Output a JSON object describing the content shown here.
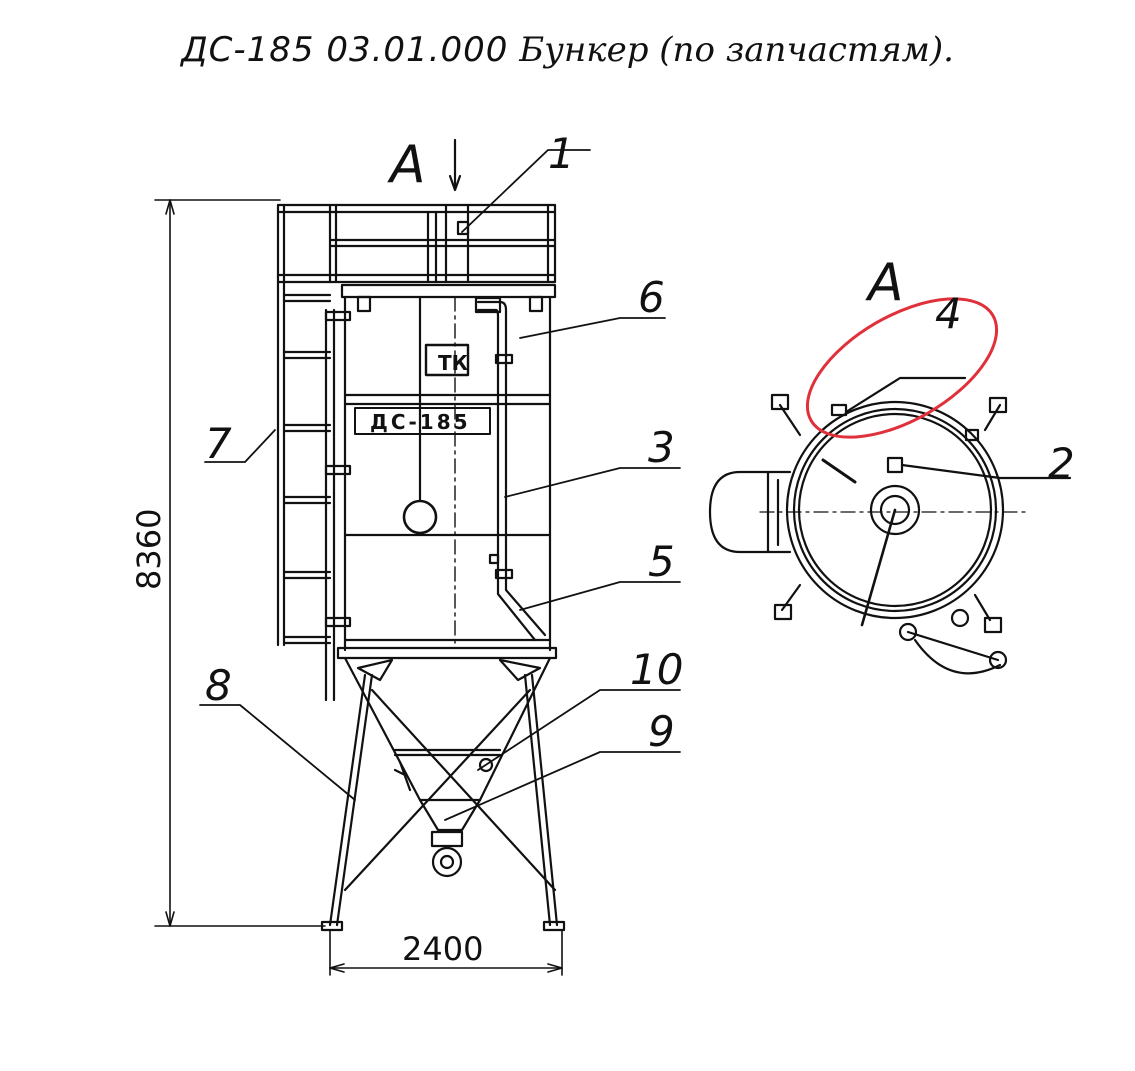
{
  "title": {
    "code": "ДС-185  03.01.000",
    "text": "Бункер (по запчастям)."
  },
  "view_marker": "А",
  "view_marker_top": "А",
  "dimensions": {
    "height": "8360",
    "width": "2400"
  },
  "plate_logo": "ТК",
  "plate_model": "ДС-185",
  "callouts": {
    "c1": "1",
    "c2": "2",
    "c3": "3",
    "c4": "4",
    "c5": "5",
    "c6": "6",
    "c7": "7",
    "c8": "8",
    "c9": "9",
    "c10": "10"
  },
  "highlight_color": "#e0303a"
}
